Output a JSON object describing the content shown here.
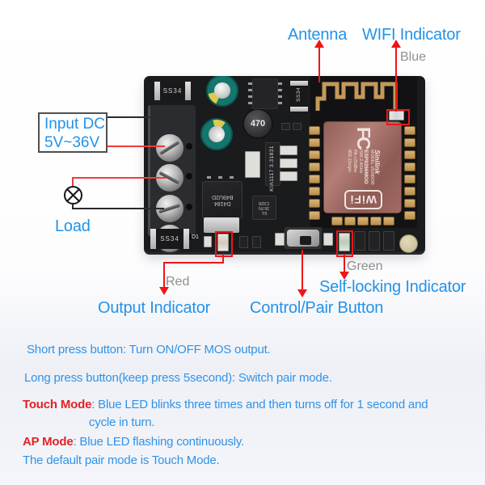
{
  "colors": {
    "label_blue": "#2392e8",
    "note_blue": "#3093e8",
    "note_red": "#e32225",
    "annotation_gray": "#8f8f8f",
    "arrow_red": "#ee1518",
    "board_black": "#1a1b1d",
    "shield_bronze": "#9c675e",
    "antenna_gold": "#c49a5a"
  },
  "annotations": {
    "antenna": "Antenna",
    "wifi_indicator": "WIFI Indicator",
    "wifi_color": "Blue",
    "input_dc": {
      "line1": "Input DC",
      "line2": "5V~36V"
    },
    "load": "Load",
    "output_color": "Red",
    "output_indicator": "Output Indicator",
    "control_button": "Control/Pair Button",
    "selflock_color": "Green",
    "selflock_indicator": "Self-locking Indicator"
  },
  "board": {
    "diode_top_left": "SS34",
    "diode_top_mid": "SS34",
    "diode_bottom_left": "SS34",
    "diode_bottom_ref": "D1",
    "inductor": "470",
    "regulator": "KIA1117 3.31831",
    "mosfet": "D4184",
    "mosfet2": "B49U2D",
    "opto": [
      "EL",
      "357N",
      "C928"
    ],
    "module": {
      "fcc": "FC",
      "brand": "Sinilink",
      "model_vendor": "MODEL VENDOR",
      "model": "ESP8266MOD",
      "spec1": "ISM 2.4GHz",
      "spec2": "PA +25dBm",
      "spec3": "802.11b/g/n",
      "wifi": "WiFi"
    }
  },
  "instructions": [
    {
      "prefix": "",
      "text": "Short press button: Turn ON/OFF MOS output."
    },
    {
      "prefix": "",
      "text": "Long press button(keep press 5second): Switch pair mode."
    },
    {
      "prefix": "Touch Mode",
      "text": ": Blue LED blinks three times and then turns off for 1 second and"
    },
    {
      "prefix": "",
      "text": "cycle in turn."
    },
    {
      "prefix": "AP Mode",
      "text": ": Blue LED flashing continuously."
    },
    {
      "prefix": "",
      "text": "The default pair mode is Touch Mode."
    }
  ]
}
